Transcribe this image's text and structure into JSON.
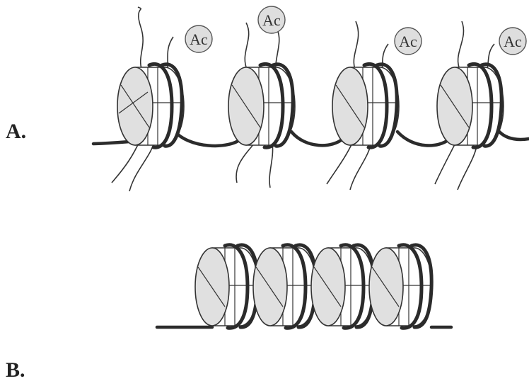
{
  "panels": [
    {
      "label": "A.",
      "nucleosomes": [
        {
          "acetyl_label": "Ac"
        },
        {
          "acetyl_label": "Ac"
        },
        {
          "acetyl_label": "Ac"
        },
        {
          "acetyl_label": "Ac"
        }
      ]
    },
    {
      "label": "B.",
      "nucleosome_count": 4
    }
  ],
  "colors": {
    "dna": "#2b2b2b",
    "histone_face": "#e0e0e0",
    "histone_side": "#ffffff",
    "acetyl_fill": "#dedede",
    "outline": "#333333"
  }
}
